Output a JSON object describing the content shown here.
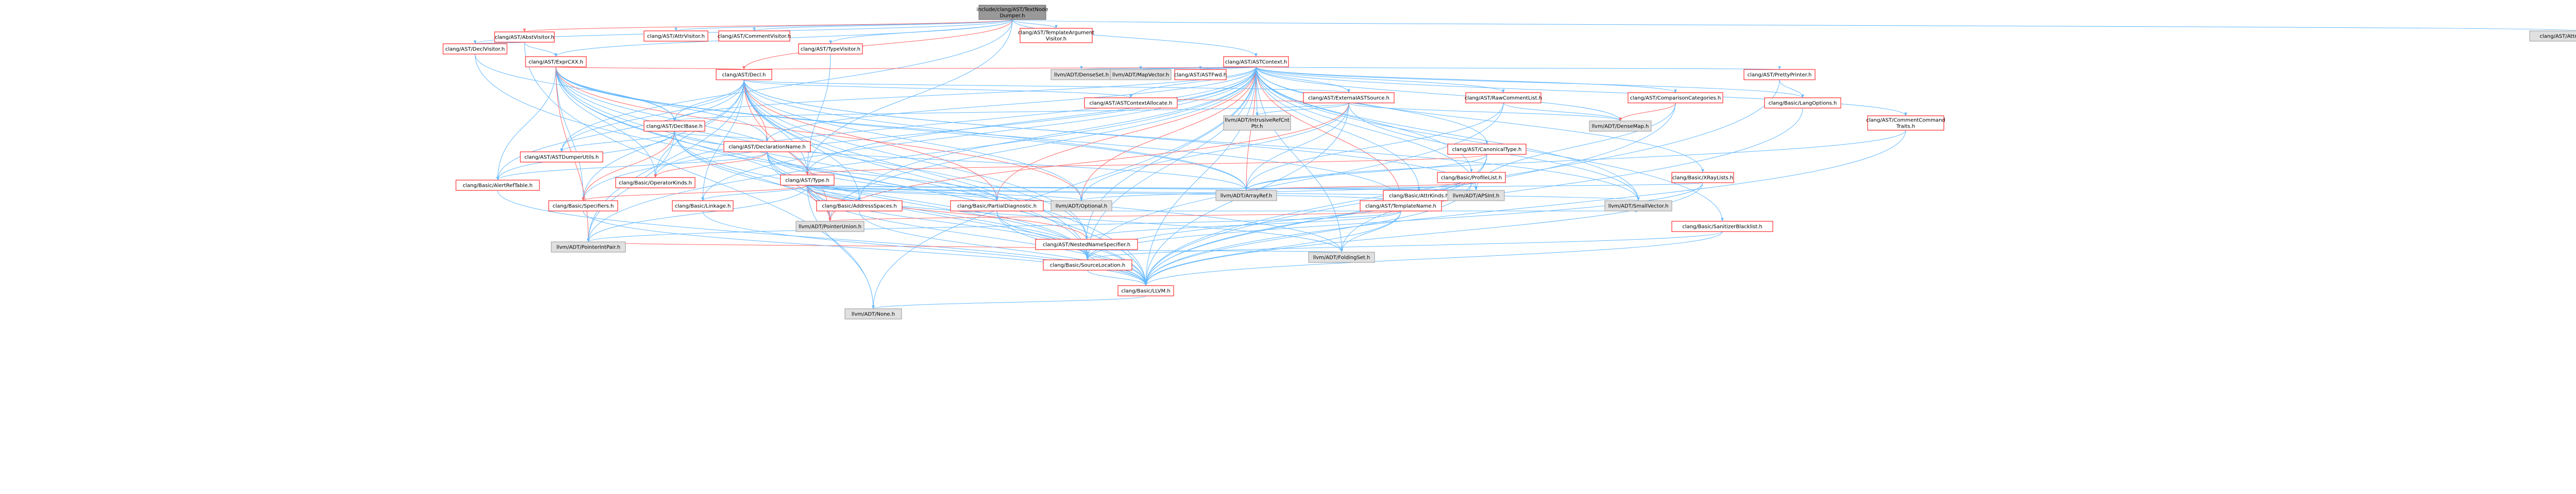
{
  "diagram": {
    "type": "include-dependency-graph",
    "colors": {
      "root_fill": "#999999",
      "root_border": "#666666",
      "internal_fill": "#ffffff",
      "internal_border": "#ff0000",
      "external_fill": "#e0e0e0",
      "external_border": "#999999",
      "edge_main": "#63b8ff",
      "edge_alt": "#ff6666"
    },
    "nodes": [
      {
        "id": "root",
        "label": "include/clang/AST/TextNode\nDumper.h",
        "kind": "root"
      },
      {
        "id": "AttrVisitor",
        "label": "clang/AST/AttrVisitor.h",
        "kind": "internal"
      },
      {
        "id": "DeclVisitor",
        "label": "clang/AST/DeclVisitor.h",
        "kind": "internal"
      },
      {
        "id": "ExprCXX",
        "label": "clang/AST/ExprCXX.h",
        "kind": "internal"
      },
      {
        "id": "ASTDumperUtils",
        "label": "clang/AST/ASTDumperUtils.h",
        "kind": "internal"
      },
      {
        "id": "AbstractVisitor",
        "label": "clang/AST/AbstVisitor.h",
        "kind": "internal"
      },
      {
        "id": "CommentVisitor",
        "label": "clang/AST/CommentVisitor.h",
        "kind": "internal"
      },
      {
        "id": "TypeVisitor",
        "label": "clang/AST/TypeVisitor.h",
        "kind": "internal"
      },
      {
        "id": "TemplateArgVisitor",
        "label": "clang/AST/TemplateArgument\nVisitor.h",
        "kind": "internal"
      },
      {
        "id": "ASTContext",
        "label": "clang/AST/ASTContext.h",
        "kind": "internal"
      },
      {
        "id": "AttrTextNodeDump",
        "label": "clang/AST/AttrTextNodeDump.inc",
        "kind": "external"
      },
      {
        "id": "Decl",
        "label": "clang/AST/Decl.h",
        "kind": "internal"
      },
      {
        "id": "DenseSet",
        "label": "llvm/ADT/DenseSet.h",
        "kind": "external"
      },
      {
        "id": "MapVector",
        "label": "llvm/ADT/MapVector.h",
        "kind": "external"
      },
      {
        "id": "ASTFwd",
        "label": "clang/AST/ASTFwd.h",
        "kind": "internal"
      },
      {
        "id": "PrettyPrinter",
        "label": "clang/AST/PrettyPrinter.h",
        "kind": "internal"
      },
      {
        "id": "ASTContextAllocate",
        "label": "clang/AST/ASTContextAllocate.h",
        "kind": "internal"
      },
      {
        "id": "ExternalASTSource",
        "label": "clang/AST/ExternalASTSource.h",
        "kind": "internal"
      },
      {
        "id": "RawCommentList",
        "label": "clang/AST/RawCommentList.h",
        "kind": "internal"
      },
      {
        "id": "ComparisonCategories",
        "label": "clang/AST/ComparisonCategories.h",
        "kind": "internal"
      },
      {
        "id": "LangOptions",
        "label": "clang/Basic/LangOptions.h",
        "kind": "internal"
      },
      {
        "id": "DeclBase",
        "label": "clang/AST/DeclBase.h",
        "kind": "internal"
      },
      {
        "id": "IntrusiveRefCntPtr",
        "label": "llvm/ADT/IntrusiveRefCnt\nPtr.h",
        "kind": "external"
      },
      {
        "id": "DenseMap",
        "label": "llvm/ADT/DenseMap.h",
        "kind": "external"
      },
      {
        "id": "CommentCommandTraits",
        "label": "clang/AST/CommentCommand\nTraits.h",
        "kind": "internal"
      },
      {
        "id": "DeclarationName",
        "label": "clang/AST/DeclarationName.h",
        "kind": "internal"
      },
      {
        "id": "CanonicalType",
        "label": "clang/AST/CanonicalType.h",
        "kind": "internal"
      },
      {
        "id": "ProfileList",
        "label": "clang/Basic/ProfileList.h",
        "kind": "internal"
      },
      {
        "id": "XRayLists",
        "label": "clang/Basic/XRayLists.h",
        "kind": "internal"
      },
      {
        "id": "AlignedCharArray",
        "label": "clang/Basic/AlertRefTable.h",
        "kind": "internal"
      },
      {
        "id": "OperatorKinds",
        "label": "clang/Basic/OperatorKinds.h",
        "kind": "internal"
      },
      {
        "id": "Type",
        "label": "clang/AST/Type.h",
        "kind": "internal"
      },
      {
        "id": "AttrKinds",
        "label": "clang/Basic/AttrKinds.h",
        "kind": "internal"
      },
      {
        "id": "ArrayRef",
        "label": "llvm/ADT/ArrayRef.h",
        "kind": "external"
      },
      {
        "id": "APSInt",
        "label": "llvm/ADT/APSInt.h",
        "kind": "external"
      },
      {
        "id": "Specifiers",
        "label": "clang/Basic/Specifiers.h",
        "kind": "internal"
      },
      {
        "id": "Linkage",
        "label": "clang/Basic/Linkage.h",
        "kind": "internal"
      },
      {
        "id": "AddressSpaces",
        "label": "clang/Basic/AddressSpaces.h",
        "kind": "internal"
      },
      {
        "id": "PartialDiagnostic",
        "label": "clang/Basic/PartialDiagnostic.h",
        "kind": "internal"
      },
      {
        "id": "Optional",
        "label": "llvm/ADT/Optional.h",
        "kind": "external"
      },
      {
        "id": "TemplateName",
        "label": "clang/AST/TemplateName.h",
        "kind": "internal"
      },
      {
        "id": "SmallVector",
        "label": "llvm/ADT/SmallVector.h",
        "kind": "external"
      },
      {
        "id": "SanitizerBlacklist",
        "label": "clang/Basic/SanitizerBlacklist.h",
        "kind": "internal"
      },
      {
        "id": "PointerUnion",
        "label": "llvm/ADT/PointerUnion.h",
        "kind": "external"
      },
      {
        "id": "NestedNameSpecifier",
        "label": "clang/AST/NestedNameSpecifier.h",
        "kind": "internal"
      },
      {
        "id": "PointerIntPair",
        "label": "llvm/ADT/PointerIntPair.h",
        "kind": "external"
      },
      {
        "id": "SourceLocation",
        "label": "clang/Basic/SourceLocation.h",
        "kind": "internal"
      },
      {
        "id": "FoldingSet",
        "label": "llvm/ADT/FoldingSet.h",
        "kind": "external"
      },
      {
        "id": "LLVM",
        "label": "clang/Basic/LLVM.h",
        "kind": "internal"
      },
      {
        "id": "None",
        "label": "llvm/ADT/None.h",
        "kind": "external"
      }
    ],
    "edges": [
      [
        "root",
        "AttrVisitor"
      ],
      [
        "root",
        "DeclVisitor"
      ],
      [
        "root",
        "ExprCXX"
      ],
      [
        "root",
        "AbstractVisitor"
      ],
      [
        "root",
        "CommentVisitor"
      ],
      [
        "root",
        "TypeVisitor"
      ],
      [
        "root",
        "TemplateArgVisitor"
      ],
      [
        "root",
        "ASTContext"
      ],
      [
        "root",
        "AttrTextNodeDump"
      ],
      [
        "root",
        "ASTDumperUtils"
      ],
      [
        "root",
        "Decl"
      ],
      [
        "root",
        "Type"
      ],
      [
        "AbstractVisitor",
        "DeclVisitor"
      ],
      [
        "AbstractVisitor",
        "ExprCXX"
      ],
      [
        "AbstractVisitor",
        "None"
      ],
      [
        "DeclVisitor",
        "DeclBase"
      ],
      [
        "DeclVisitor",
        "LLVM"
      ],
      [
        "ExprCXX",
        "Decl"
      ],
      [
        "ExprCXX",
        "DeclBase"
      ],
      [
        "ExprCXX",
        "DeclarationName"
      ],
      [
        "ExprCXX",
        "Type"
      ],
      [
        "ExprCXX",
        "OperatorKinds"
      ],
      [
        "ExprCXX",
        "Specifiers"
      ],
      [
        "ExprCXX",
        "ArrayRef"
      ],
      [
        "ExprCXX",
        "Optional"
      ],
      [
        "ExprCXX",
        "PointerUnion"
      ],
      [
        "ExprCXX",
        "SourceLocation"
      ],
      [
        "ExprCXX",
        "LLVM"
      ],
      [
        "ExprCXX",
        "NestedNameSpecifier"
      ],
      [
        "ExprCXX",
        "TemplateName"
      ],
      [
        "ExprCXX",
        "AlignedCharArray"
      ],
      [
        "ExprCXX",
        "PointerIntPair"
      ],
      [
        "TypeVisitor",
        "Type"
      ],
      [
        "ASTContext",
        "ASTContextAllocate"
      ],
      [
        "ASTContext",
        "ASTFwd"
      ],
      [
        "ASTContext",
        "CanonicalType"
      ],
      [
        "ASTContext",
        "CommentCommandTraits"
      ],
      [
        "ASTContext",
        "ComparisonCategories"
      ],
      [
        "ASTContext",
        "Decl"
      ],
      [
        "ASTContext",
        "DeclBase"
      ],
      [
        "ASTContext",
        "DeclarationName"
      ],
      [
        "ASTContext",
        "ExternalASTSource"
      ],
      [
        "ASTContext",
        "NestedNameSpecifier"
      ],
      [
        "ASTContext",
        "PrettyPrinter"
      ],
      [
        "ASTContext",
        "RawCommentList"
      ],
      [
        "ASTContext",
        "TemplateName"
      ],
      [
        "ASTContext",
        "Type"
      ],
      [
        "ASTContext",
        "AddressSpaces"
      ],
      [
        "ASTContext",
        "AttrKinds"
      ],
      [
        "ASTContext",
        "LangOptions"
      ],
      [
        "ASTContext",
        "Linkage"
      ],
      [
        "ASTContext",
        "OperatorKinds"
      ],
      [
        "ASTContext",
        "PartialDiagnostic"
      ],
      [
        "ASTContext",
        "ProfileList"
      ],
      [
        "ASTContext",
        "SanitizerBlacklist"
      ],
      [
        "ASTContext",
        "SourceLocation"
      ],
      [
        "ASTContext",
        "Specifiers"
      ],
      [
        "ASTContext",
        "XRayLists"
      ],
      [
        "ASTContext",
        "APSInt"
      ],
      [
        "ASTContext",
        "ArrayRef"
      ],
      [
        "ASTContext",
        "DenseMap"
      ],
      [
        "ASTContext",
        "DenseSet"
      ],
      [
        "ASTContext",
        "FoldingSet"
      ],
      [
        "ASTContext",
        "IntrusiveRefCntPtr"
      ],
      [
        "ASTContext",
        "MapVector"
      ],
      [
        "ASTContext",
        "None"
      ],
      [
        "ASTContext",
        "Optional"
      ],
      [
        "ASTContext",
        "PointerIntPair"
      ],
      [
        "ASTContext",
        "PointerUnion"
      ],
      [
        "ASTContext",
        "SmallVector"
      ],
      [
        "ASTContext",
        "LLVM"
      ],
      [
        "Decl",
        "ASTContextAllocate"
      ],
      [
        "Decl",
        "DeclBase"
      ],
      [
        "Decl",
        "DeclarationName"
      ],
      [
        "Decl",
        "ExternalASTSource"
      ],
      [
        "Decl",
        "NestedNameSpecifier"
      ],
      [
        "Decl",
        "Type"
      ],
      [
        "Decl",
        "AddressSpaces"
      ],
      [
        "Decl",
        "Linkage"
      ],
      [
        "Decl",
        "OperatorKinds"
      ],
      [
        "Decl",
        "PartialDiagnostic"
      ],
      [
        "Decl",
        "SourceLocation"
      ],
      [
        "Decl",
        "Specifiers"
      ],
      [
        "Decl",
        "APSInt"
      ],
      [
        "Decl",
        "ArrayRef"
      ],
      [
        "Decl",
        "Optional"
      ],
      [
        "Decl",
        "PointerIntPair"
      ],
      [
        "Decl",
        "PointerUnion"
      ],
      [
        "Decl",
        "SmallVector"
      ],
      [
        "Decl",
        "LLVM"
      ],
      [
        "Decl",
        "AlignedCharArray"
      ],
      [
        "Decl",
        "ASTDumperUtils"
      ],
      [
        "PrettyPrinter",
        "LangOptions"
      ],
      [
        "PrettyPrinter",
        "LLVM"
      ],
      [
        "ExternalASTSource",
        "ASTContextAllocate"
      ],
      [
        "ExternalASTSource",
        "DeclBase"
      ],
      [
        "ExternalASTSource",
        "LLVM"
      ],
      [
        "ExternalASTSource",
        "ArrayRef"
      ],
      [
        "ExternalASTSource",
        "DenseMap"
      ],
      [
        "ExternalASTSource",
        "IntrusiveRefCntPtr"
      ],
      [
        "ExternalASTSource",
        "Optional"
      ],
      [
        "ExternalASTSource",
        "PointerUnion"
      ],
      [
        "ExternalASTSource",
        "SmallVector"
      ],
      [
        "RawCommentList",
        "SourceLocation"
      ],
      [
        "RawCommentList",
        "ArrayRef"
      ],
      [
        "RawCommentList",
        "DenseMap"
      ],
      [
        "ComparisonCategories",
        "LLVM"
      ],
      [
        "ComparisonCategories",
        "APSInt"
      ],
      [
        "ComparisonCategories",
        "DenseMap"
      ],
      [
        "LangOptions",
        "LLVM"
      ],
      [
        "DeclBase",
        "ASTDumperUtils"
      ],
      [
        "DeclBase",
        "DeclarationName"
      ],
      [
        "DeclBase",
        "AlignedCharArray"
      ],
      [
        "DeclBase",
        "LLVM"
      ],
      [
        "DeclBase",
        "SourceLocation"
      ],
      [
        "DeclBase",
        "Specifiers"
      ],
      [
        "DeclBase",
        "ArrayRef"
      ],
      [
        "DeclBase",
        "PointerIntPair"
      ],
      [
        "DeclBase",
        "PointerUnion"
      ],
      [
        "CommentCommandTraits",
        "LLVM"
      ],
      [
        "CommentCommandTraits",
        "ArrayRef"
      ],
      [
        "DeclarationName",
        "Type"
      ],
      [
        "DeclarationName",
        "OperatorKinds"
      ],
      [
        "DeclarationName",
        "PartialDiagnostic"
      ],
      [
        "DeclarationName",
        "SourceLocation"
      ],
      [
        "DeclarationName",
        "LLVM"
      ],
      [
        "DeclarationName",
        "FoldingSet"
      ],
      [
        "DeclarationName",
        "PointerUnion"
      ],
      [
        "DeclarationName",
        "AlignedCharArray"
      ],
      [
        "CanonicalType",
        "Type"
      ],
      [
        "CanonicalType",
        "LLVM"
      ],
      [
        "CanonicalType",
        "ArrayRef"
      ],
      [
        "CanonicalType",
        "FoldingSet"
      ],
      [
        "ProfileList",
        "LLVM"
      ],
      [
        "ProfileList",
        "Optional"
      ],
      [
        "ProfileList",
        "SourceLocation"
      ],
      [
        "ProfileList",
        "ArrayRef"
      ],
      [
        "XRayLists",
        "LLVM"
      ],
      [
        "XRayLists",
        "SourceLocation"
      ],
      [
        "XRayLists",
        "ArrayRef"
      ],
      [
        "SanitizerBlacklist",
        "LLVM"
      ],
      [
        "SanitizerBlacklist",
        "SourceLocation"
      ],
      [
        "AlignedCharArray",
        "LLVM"
      ],
      [
        "Type",
        "NestedNameSpecifier"
      ],
      [
        "Type",
        "TemplateName"
      ],
      [
        "Type",
        "AddressSpaces"
      ],
      [
        "Type",
        "AttrKinds"
      ],
      [
        "Type",
        "Linkage"
      ],
      [
        "Type",
        "PartialDiagnostic"
      ],
      [
        "Type",
        "SourceLocation"
      ],
      [
        "Type",
        "Specifiers"
      ],
      [
        "Type",
        "APSInt"
      ],
      [
        "Type",
        "ArrayRef"
      ],
      [
        "Type",
        "FoldingSet"
      ],
      [
        "Type",
        "None"
      ],
      [
        "Type",
        "Optional"
      ],
      [
        "Type",
        "PointerIntPair"
      ],
      [
        "Type",
        "PointerUnion"
      ],
      [
        "Type",
        "SmallVector"
      ],
      [
        "Type",
        "LLVM"
      ],
      [
        "TemplateName",
        "NestedNameSpecifier"
      ],
      [
        "TemplateName",
        "LLVM"
      ],
      [
        "TemplateName",
        "FoldingSet"
      ],
      [
        "TemplateName",
        "PointerIntPair"
      ],
      [
        "TemplateName",
        "PointerUnion"
      ],
      [
        "PartialDiagnostic",
        "LLVM"
      ],
      [
        "PartialDiagnostic",
        "SourceLocation"
      ],
      [
        "PartialDiagnostic",
        "SmallVector"
      ],
      [
        "NestedNameSpecifier",
        "LLVM"
      ],
      [
        "NestedNameSpecifier",
        "SourceLocation"
      ],
      [
        "NestedNameSpecifier",
        "FoldingSet"
      ],
      [
        "NestedNameSpecifier",
        "PointerIntPair"
      ],
      [
        "SourceLocation",
        "LLVM"
      ],
      [
        "LLVM",
        "None"
      ],
      [
        "Specifiers",
        "LLVM"
      ],
      [
        "AddressSpaces",
        "LLVM"
      ],
      [
        "Linkage",
        "LLVM"
      ]
    ]
  }
}
